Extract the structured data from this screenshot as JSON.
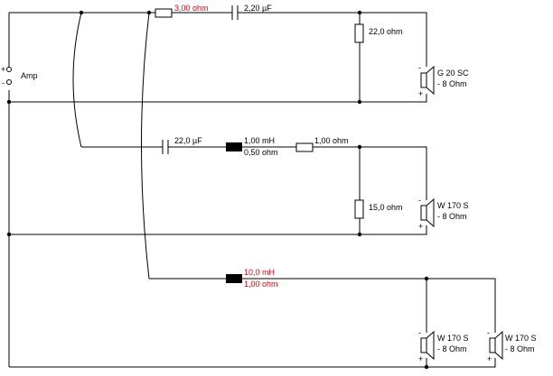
{
  "source": {
    "name": "Amp",
    "plus": "+",
    "minus": "-"
  },
  "colors": {
    "wire": "#000000",
    "highlight": "#e8000b",
    "inductor": "#000000",
    "background": "#ffffff"
  },
  "components": {
    "r_series_tweeter": "3,00 ohm",
    "c_series_tweeter": "2,20 µF",
    "r_shunt_tweeter": "22,0 ohm",
    "c_series_mid": "22,0 µF",
    "l_series_mid": "1,00 mH",
    "l_series_mid_res": "0,50 ohm",
    "r_series_mid": "1,00 ohm",
    "r_shunt_mid": "15,0 ohm",
    "l_series_bass": "10,0 mH",
    "l_series_bass_res": "1,00 ohm"
  },
  "speakers": [
    {
      "name": "G 20 SC",
      "impedance": "- 8 Ohm"
    },
    {
      "name": "W 170 S",
      "impedance": "- 8 Ohm"
    },
    {
      "name": "W 170 S",
      "impedance": "- 8 Ohm"
    },
    {
      "name": "W 170 S",
      "impedance": "- 8 Ohm"
    }
  ],
  "speaker_polarity": {
    "minus": "-",
    "plus": "+"
  }
}
